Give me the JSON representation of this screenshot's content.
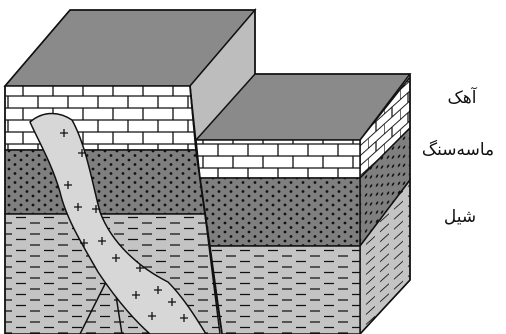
{
  "labels": {
    "limestone": "آهک",
    "sandstone": "ماسه‌سنگ",
    "shale": "شیل"
  },
  "colors": {
    "top_surface": "#8a8a8a",
    "face_light": "#ffffff",
    "sandstone_fill": "#7f7f7f",
    "shale_fill": "#c4c4c4",
    "intrusion_fill": "#d7d7d7",
    "line": "#111111"
  },
  "icons": {
    "intrusion_marker": "plus-sign",
    "sandstone_texture": "dots",
    "shale_texture": "dashes",
    "limestone_texture": "bricks"
  }
}
